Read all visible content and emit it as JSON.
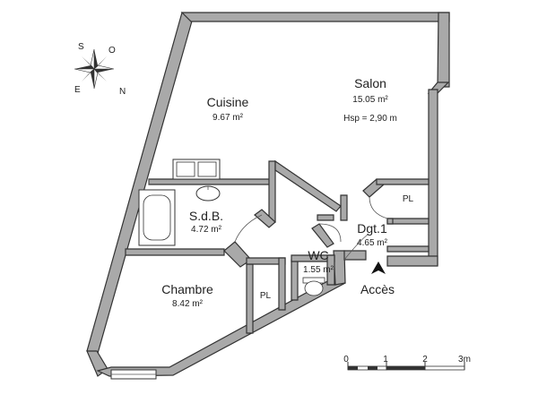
{
  "rooms": {
    "cuisine": {
      "name": "Cuisine",
      "area": "9.67 m²"
    },
    "salon": {
      "name": "Salon",
      "area": "15.05 m²",
      "height": "Hsp =  2,90 m"
    },
    "sdb": {
      "name": "S.d.B.",
      "area": "4.72 m²"
    },
    "dgt": {
      "name": "Dgt.1",
      "area": "4.65 m²"
    },
    "wc": {
      "name": "WC",
      "area": "1.55 m²"
    },
    "chambre": {
      "name": "Chambre",
      "area": "8.42 m²"
    }
  },
  "closets": {
    "salon": "PL",
    "chambre": "PL"
  },
  "entrance": "Accès",
  "compass": {
    "s": "S",
    "o": "O",
    "e": "E",
    "n": "N"
  },
  "scale": {
    "ticks": [
      "0",
      "1",
      "2",
      "3m"
    ]
  }
}
